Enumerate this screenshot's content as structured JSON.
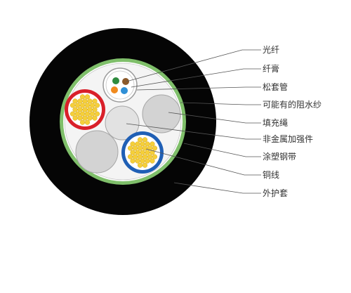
{
  "diagram": {
    "labels": [
      {
        "id": "fiber",
        "text": "光纤"
      },
      {
        "id": "gel",
        "text": "纤膏"
      },
      {
        "id": "loose_tube",
        "text": "松套管"
      },
      {
        "id": "water_blocking_yarn",
        "text": "可能有的阻水纱"
      },
      {
        "id": "filler_rope",
        "text": "填充绳"
      },
      {
        "id": "nonmetal_strength_member",
        "text": "非金属加强件"
      },
      {
        "id": "coated_steel_tape",
        "text": "涂塑钢带"
      },
      {
        "id": "copper_wire",
        "text": "铜线"
      },
      {
        "id": "outer_sheath",
        "text": "外护套"
      }
    ],
    "colors": {
      "sheath": "#050505",
      "steel_tape": "#7fbf6a",
      "core_fill": "#f4f4f4",
      "filler": "#d3d3d3",
      "copper": "#f5cf3a",
      "red_insulation": "#d9202a",
      "blue_insulation": "#1f5fb5",
      "fiber_green": "#2e8b3e",
      "fiber_brown": "#8b5a2b",
      "fiber_orange": "#f08a1e",
      "fiber_blue": "#2f8fd6"
    }
  }
}
